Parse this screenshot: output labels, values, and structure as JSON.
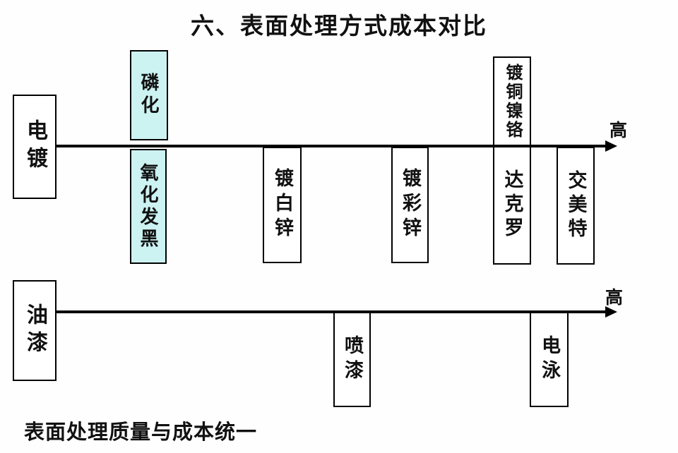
{
  "title": "六、表面处理方式成本对比",
  "footer": "表面处理质量与成本统一",
  "colors": {
    "highlight_fill": "#ccf2f2",
    "box_fill": "#ffffff",
    "line": "#000000",
    "text": "#111111"
  },
  "top_axis": {
    "category": "电镀",
    "end_label": "高",
    "direction": "left-to-right-increasing-cost",
    "items": [
      {
        "label": "磷化",
        "position": "above-axis",
        "highlighted": true
      },
      {
        "label": "氧化发黑",
        "position": "below-axis",
        "highlighted": true
      },
      {
        "label": "镀白锌",
        "position": "below-axis",
        "highlighted": false
      },
      {
        "label": "镀彩锌",
        "position": "below-axis",
        "highlighted": false
      },
      {
        "label": "镀铜镍铬",
        "position": "above-axis",
        "highlighted": false
      },
      {
        "label": "达克罗",
        "position": "below-axis",
        "highlighted": false
      },
      {
        "label": "交美特",
        "position": "below-axis",
        "highlighted": false
      }
    ]
  },
  "bottom_axis": {
    "category": "油漆",
    "end_label": "高",
    "direction": "left-to-right-increasing-cost",
    "items": [
      {
        "label": "喷漆",
        "position": "below-axis",
        "highlighted": false
      },
      {
        "label": "电泳",
        "position": "below-axis",
        "highlighted": false
      }
    ]
  }
}
